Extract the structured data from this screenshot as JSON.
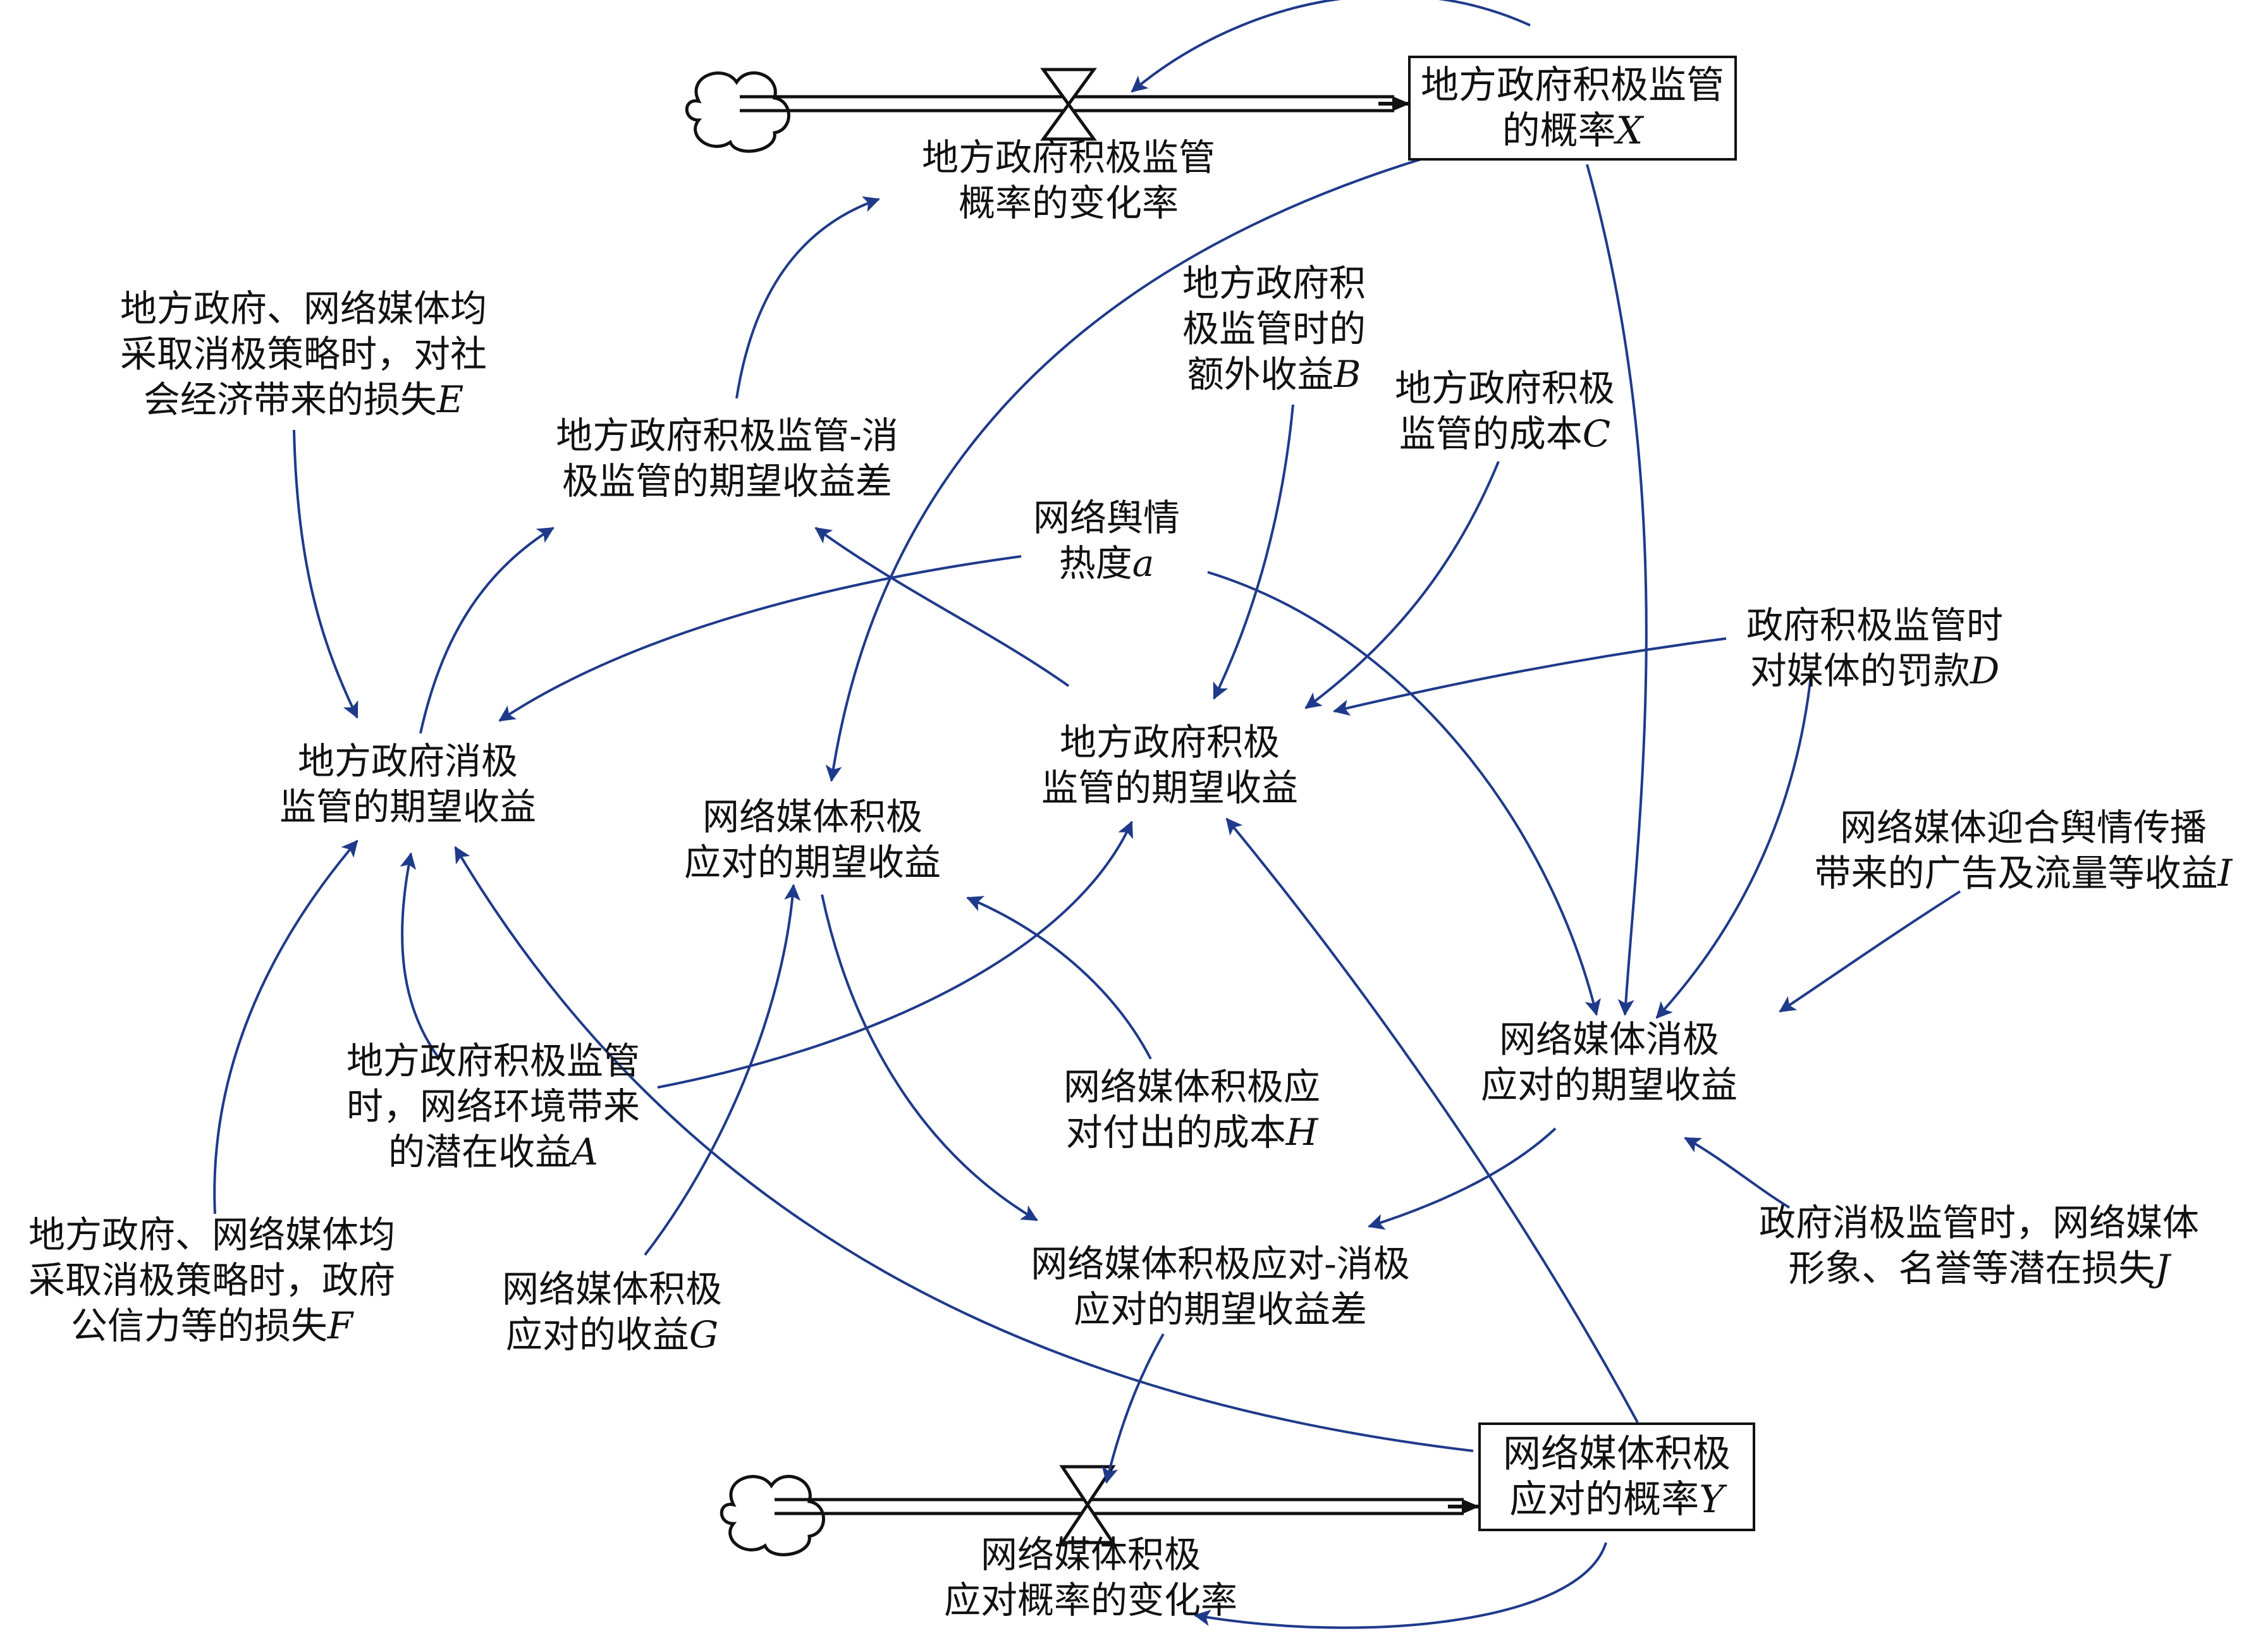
{
  "colors": {
    "arrow": "#1f3a8a",
    "text": "#111111",
    "pipe": "#111111"
  },
  "stocks": {
    "stock_x": {
      "lines": [
        "地方政府积极监管",
        "的概率|X"
      ]
    },
    "stock_y": {
      "lines": [
        "网络媒体积极",
        "应对的概率|Y"
      ]
    }
  },
  "flows": {
    "flow_x": {
      "lines": [
        "地方政府积极监管",
        "概率的变化率"
      ]
    },
    "flow_y": {
      "lines": [
        "网络媒体积极",
        "应对概率的变化率"
      ]
    }
  },
  "variables": {
    "gov_diff": {
      "lines": [
        "地方政府积极监管-消",
        "极监管的期望收益差"
      ]
    },
    "gov_neg": {
      "lines": [
        "地方政府消极",
        "监管的期望收益"
      ]
    },
    "gov_pos": {
      "lines": [
        "地方政府积极",
        "监管的期望收益"
      ]
    },
    "media_pos": {
      "lines": [
        "网络媒体积极",
        "应对的期望收益"
      ]
    },
    "media_neg": {
      "lines": [
        "网络媒体消极",
        "应对的期望收益"
      ]
    },
    "media_diff": {
      "lines": [
        "网络媒体积极应对-消极",
        "应对的期望收益差"
      ]
    }
  },
  "parameters": {
    "param_e": {
      "lines": [
        "地方政府、网络媒体均",
        "采取消极策略时，对社",
        "会经济带来的损失|E"
      ]
    },
    "param_b": {
      "lines": [
        "地方政府积",
        "极监管时的",
        "额外收益|B"
      ]
    },
    "param_c": {
      "lines": [
        "地方政府积极",
        "监管的成本|C"
      ]
    },
    "param_a_small": {
      "lines": [
        "网络舆情",
        "热度|a"
      ]
    },
    "param_d": {
      "lines": [
        "政府积极监管时",
        "对媒体的罚款|D"
      ]
    },
    "param_i": {
      "lines": [
        "网络媒体迎合舆情传播",
        "带来的广告及流量等收益|I"
      ]
    },
    "param_a": {
      "lines": [
        "地方政府积极监管",
        "时，网络环境带来",
        "的潜在收益|A"
      ]
    },
    "param_h": {
      "lines": [
        "网络媒体积极应",
        "对付出的成本|H"
      ]
    },
    "param_j": {
      "lines": [
        "政府消极监管时，网络媒体",
        "形象、名誉等潜在损失|J"
      ]
    },
    "param_f": {
      "lines": [
        "地方政府、网络媒体均",
        "采取消极策略时，政府",
        "公信力等的损失|F"
      ]
    },
    "param_g": {
      "lines": [
        "网络媒体积极",
        "应对的收益|G"
      ]
    }
  }
}
